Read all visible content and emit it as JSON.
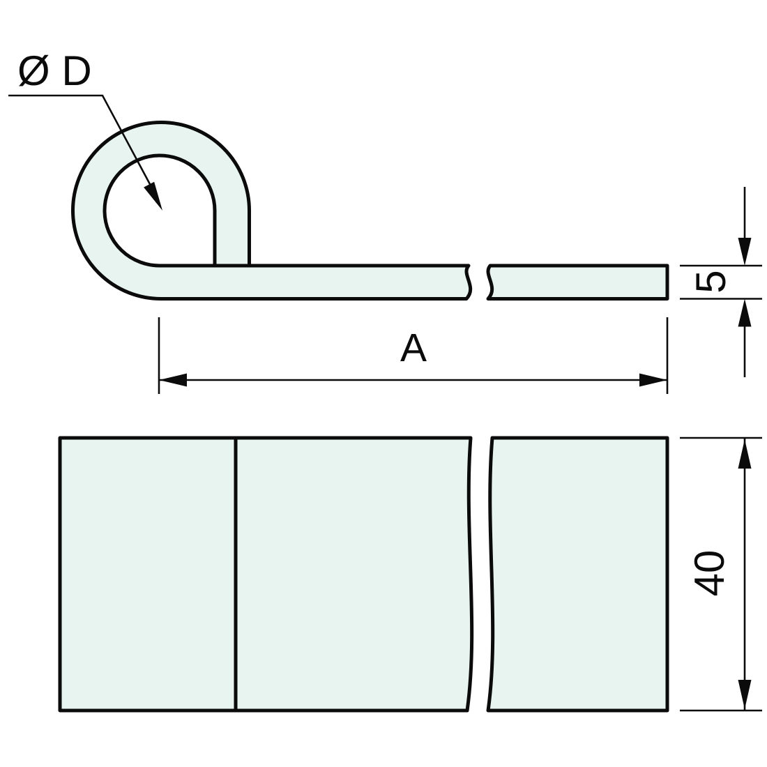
{
  "labels": {
    "diameter": "Ø D",
    "length": "A",
    "thickness": "5",
    "width": "40"
  },
  "colors": {
    "part_fill": "#e8f4f0",
    "line": "#0b0b0b",
    "background": "#ffffff"
  }
}
